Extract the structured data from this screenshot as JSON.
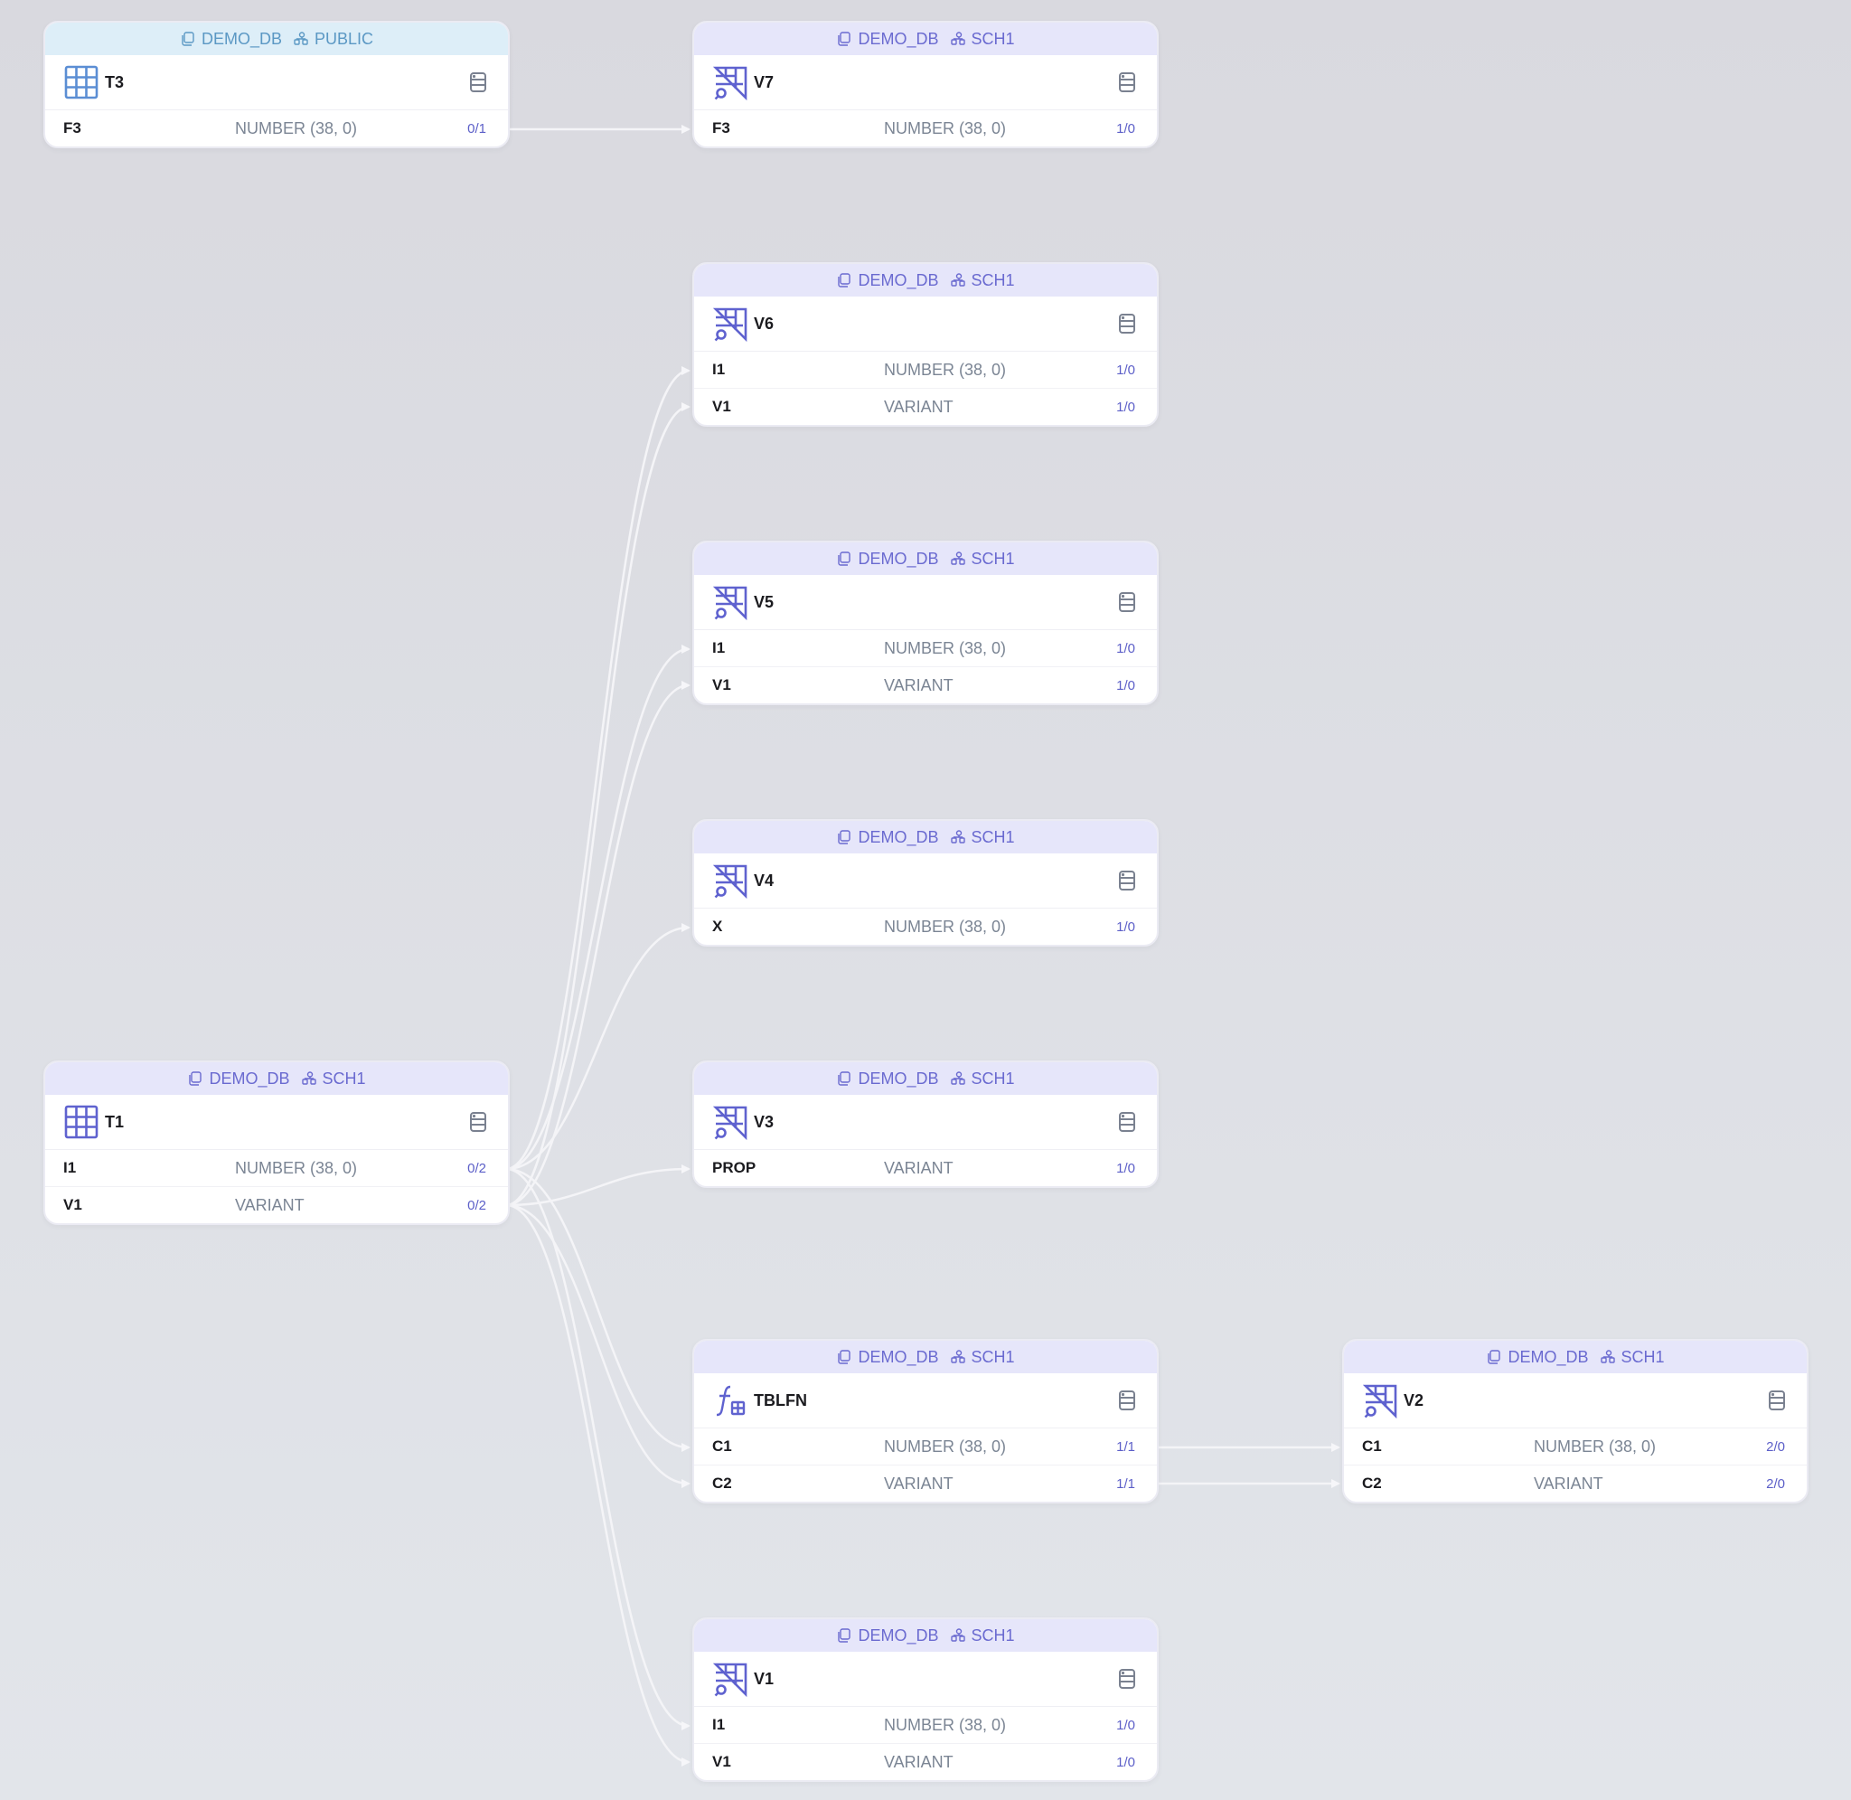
{
  "nodes": [
    {
      "id": "T3",
      "db": "DEMO_DB",
      "schema": "PUBLIC",
      "kind": "table",
      "fields": [
        {
          "name": "F3",
          "type": "NUMBER (38, 0)",
          "count": "0/1"
        }
      ]
    },
    {
      "id": "V7",
      "db": "DEMO_DB",
      "schema": "SCH1",
      "kind": "view",
      "fields": [
        {
          "name": "F3",
          "type": "NUMBER (38, 0)",
          "count": "1/0"
        }
      ]
    },
    {
      "id": "V6",
      "db": "DEMO_DB",
      "schema": "SCH1",
      "kind": "view",
      "fields": [
        {
          "name": "I1",
          "type": "NUMBER (38, 0)",
          "count": "1/0"
        },
        {
          "name": "V1",
          "type": "VARIANT",
          "count": "1/0"
        }
      ]
    },
    {
      "id": "V5",
      "db": "DEMO_DB",
      "schema": "SCH1",
      "kind": "view",
      "fields": [
        {
          "name": "I1",
          "type": "NUMBER (38, 0)",
          "count": "1/0"
        },
        {
          "name": "V1",
          "type": "VARIANT",
          "count": "1/0"
        }
      ]
    },
    {
      "id": "V4",
      "db": "DEMO_DB",
      "schema": "SCH1",
      "kind": "view",
      "fields": [
        {
          "name": "X",
          "type": "NUMBER (38, 0)",
          "count": "1/0"
        }
      ]
    },
    {
      "id": "T1",
      "db": "DEMO_DB",
      "schema": "SCH1",
      "kind": "table",
      "fields": [
        {
          "name": "I1",
          "type": "NUMBER (38, 0)",
          "count": "0/2"
        },
        {
          "name": "V1",
          "type": "VARIANT",
          "count": "0/2"
        }
      ]
    },
    {
      "id": "V3",
      "db": "DEMO_DB",
      "schema": "SCH1",
      "kind": "view",
      "fields": [
        {
          "name": "PROP",
          "type": "VARIANT",
          "count": "1/0"
        }
      ]
    },
    {
      "id": "TBLFN",
      "db": "DEMO_DB",
      "schema": "SCH1",
      "kind": "function",
      "fields": [
        {
          "name": "C1",
          "type": "NUMBER (38, 0)",
          "count": "1/1"
        },
        {
          "name": "C2",
          "type": "VARIANT",
          "count": "1/1"
        }
      ]
    },
    {
      "id": "V2",
      "db": "DEMO_DB",
      "schema": "SCH1",
      "kind": "view",
      "fields": [
        {
          "name": "C1",
          "type": "NUMBER (38, 0)",
          "count": "2/0"
        },
        {
          "name": "C2",
          "type": "VARIANT",
          "count": "2/0"
        }
      ]
    },
    {
      "id": "V1",
      "db": "DEMO_DB",
      "schema": "SCH1",
      "kind": "view",
      "fields": [
        {
          "name": "I1",
          "type": "NUMBER (38, 0)",
          "count": "1/0"
        },
        {
          "name": "V1",
          "type": "VARIANT",
          "count": "1/0"
        }
      ]
    }
  ],
  "edges": [
    {
      "from": "T3.F3",
      "to": "V7.F3"
    },
    {
      "from": "T1.I1",
      "to": "V6.I1"
    },
    {
      "from": "T1.V1",
      "to": "V6.V1"
    },
    {
      "from": "T1.I1",
      "to": "V5.I1"
    },
    {
      "from": "T1.V1",
      "to": "V5.V1"
    },
    {
      "from": "T1.I1",
      "to": "V4.X"
    },
    {
      "from": "T1.V1",
      "to": "V3.PROP"
    },
    {
      "from": "T1.I1",
      "to": "TBLFN.C1"
    },
    {
      "from": "T1.V1",
      "to": "TBLFN.C2"
    },
    {
      "from": "T1.I1",
      "to": "V1.I1"
    },
    {
      "from": "T1.V1",
      "to": "V1.V1"
    },
    {
      "from": "TBLFN.C1",
      "to": "V2.C1"
    },
    {
      "from": "TBLFN.C2",
      "to": "V2.C2"
    }
  ],
  "colors": {
    "accent": "#6a6ad0",
    "public_header": "#ddeef8",
    "schema_header": "#e6e6fa",
    "edge": "#f4f4f7"
  },
  "icons": {
    "table": "table-grid-icon",
    "view": "view-icon",
    "function": "function-icon",
    "database": "database-icon",
    "db_label": "database-copy-icon",
    "schema_label": "schema-icon"
  }
}
